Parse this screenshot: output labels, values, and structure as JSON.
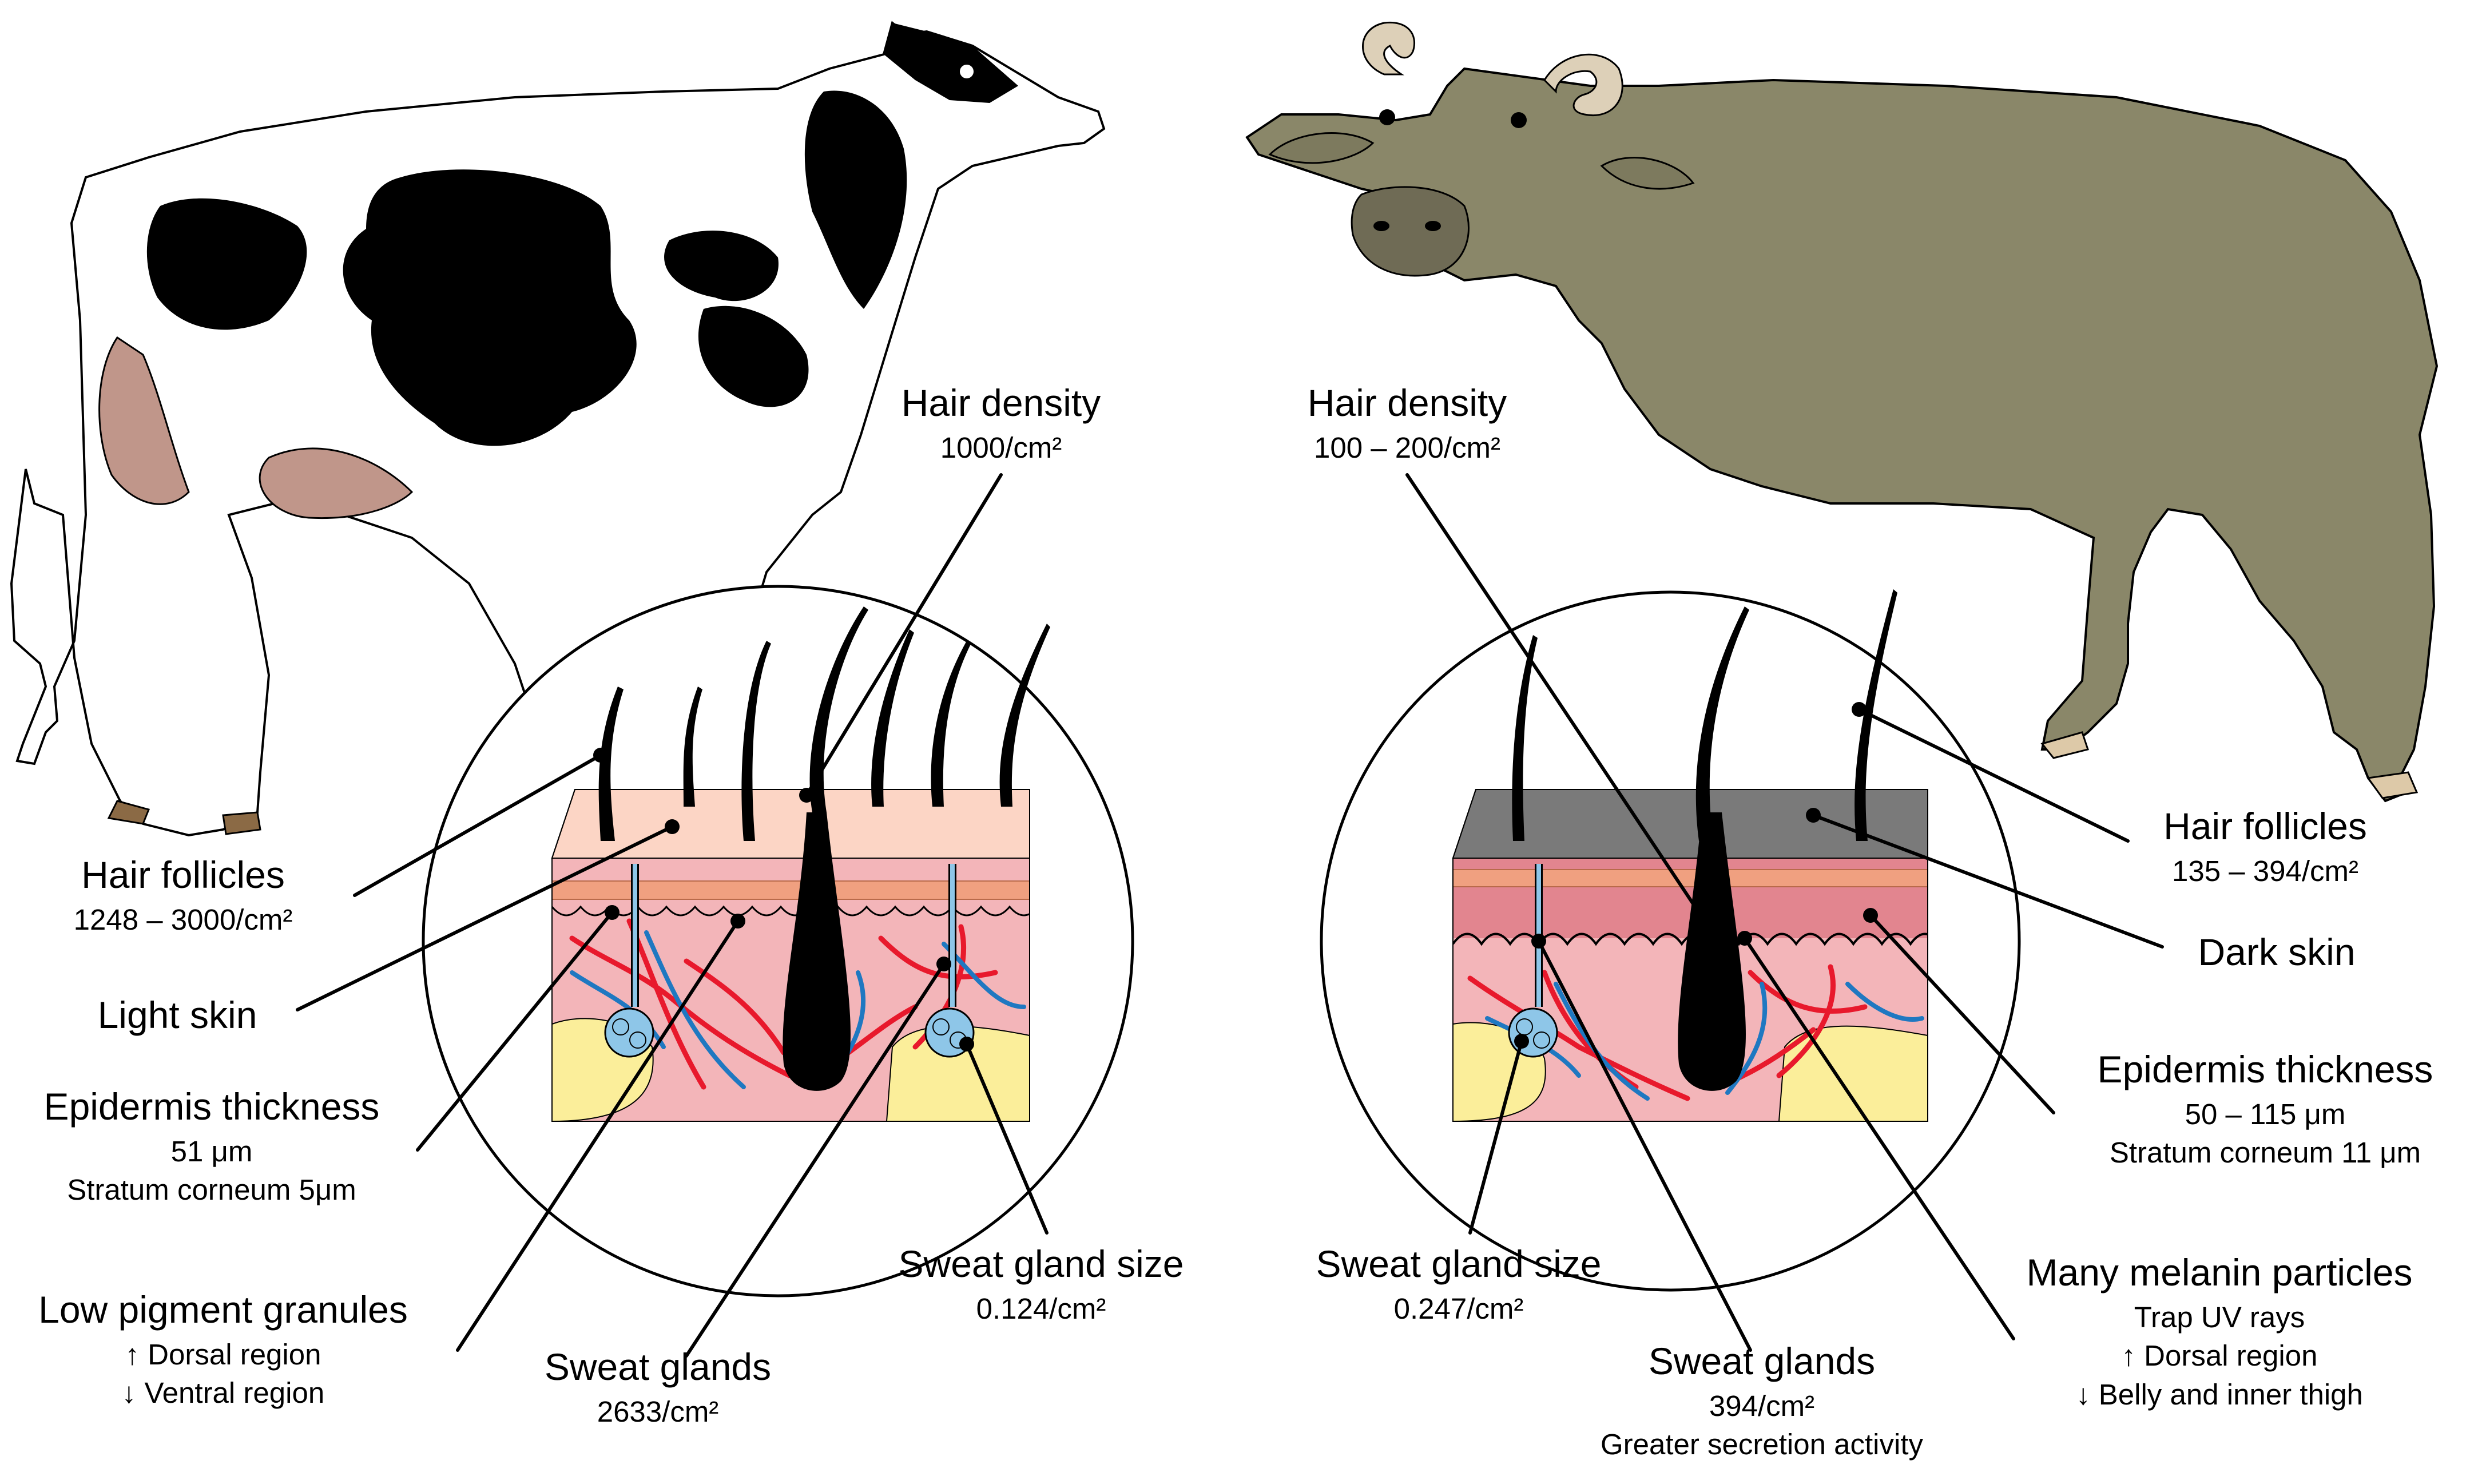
{
  "colors": {
    "cow_body": "#ffffff",
    "cow_spots": "#000000",
    "cow_udder": "#c0968a",
    "buffalo_body": "#8a8769",
    "buffalo_horn": "#ddd0b8",
    "light_skin_top": "#fcd5c5",
    "dark_skin_top": "#7a7a7a",
    "dermis": "#f3b5b9",
    "fat": "#fbee9a",
    "artery": "#e8192c",
    "vein": "#1f78c1",
    "sweat_gland": "#8ec6e8"
  },
  "cow": {
    "hair_density": {
      "title": "Hair density",
      "value": "1000/cm²"
    },
    "hair_follicles": {
      "title": "Hair follicles",
      "value": "1248 – 3000/cm²"
    },
    "skin": {
      "title": "Light skin"
    },
    "epidermis": {
      "title": "Epidermis thickness",
      "value": "51 μm",
      "note": "Stratum corneum 5μm"
    },
    "pigment": {
      "title": "Low pigment granules",
      "line1": "↑ Dorsal region",
      "line2": "↓ Ventral region"
    },
    "sweat_glands": {
      "title": "Sweat glands",
      "value": "2633/cm²"
    },
    "sweat_gland_size": {
      "title": "Sweat gland size",
      "value": "0.124/cm²"
    }
  },
  "buffalo": {
    "hair_density": {
      "title": "Hair density",
      "value": "100 – 200/cm²"
    },
    "hair_follicles": {
      "title": "Hair follicles",
      "value": "135 – 394/cm²"
    },
    "skin": {
      "title": "Dark skin"
    },
    "epidermis": {
      "title": "Epidermis thickness",
      "value": "50 – 115 μm",
      "note": "Stratum corneum 11 μm"
    },
    "melanin": {
      "title": "Many melanin particles",
      "line1": "Trap UV rays",
      "line2": "↑ Dorsal region",
      "line3": "↓ Belly and inner thigh"
    },
    "sweat_glands": {
      "title": "Sweat glands",
      "value": "394/cm²",
      "note": "Greater secretion activity"
    },
    "sweat_gland_size": {
      "title": "Sweat gland size",
      "value": "0.247/cm²"
    }
  }
}
